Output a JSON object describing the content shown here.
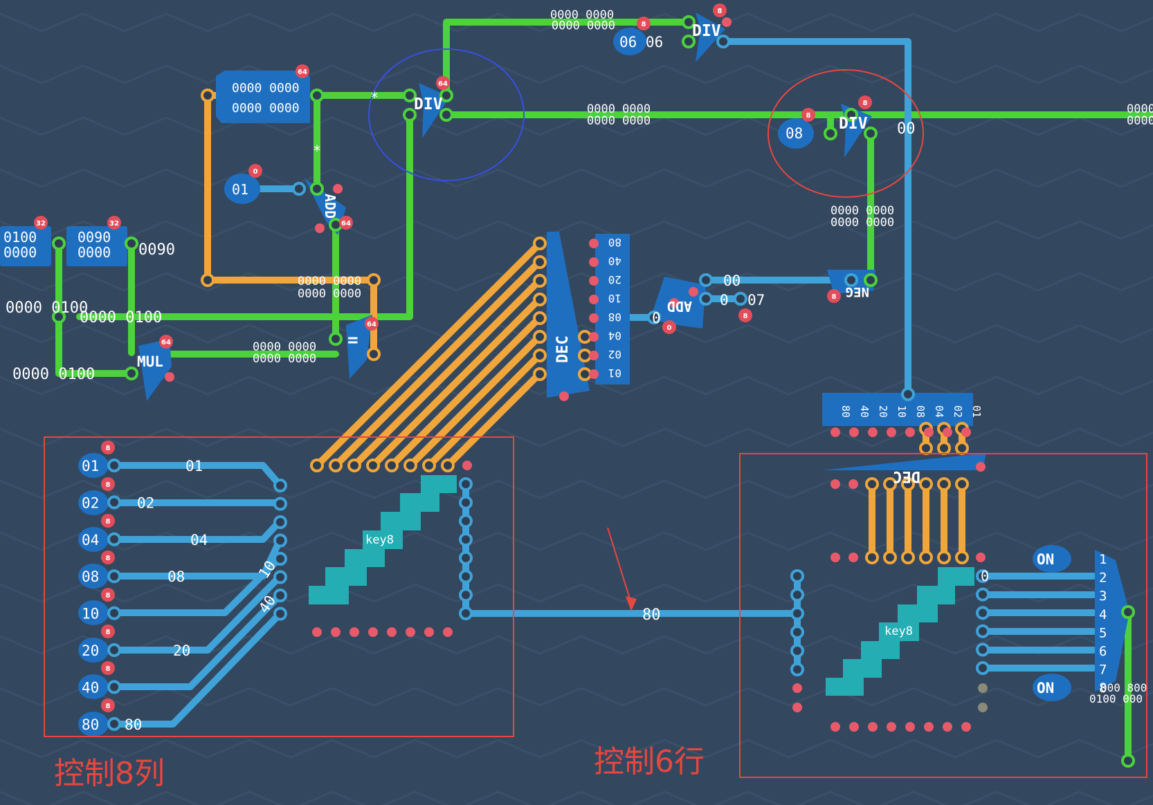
{
  "colors": {
    "background": "#33475f",
    "wire_green": "#4cd33c",
    "wire_orange": "#f0a63a",
    "wire_blue": "#3fa2d8",
    "component_blue": "#1f6fc0",
    "pin_red": "#e85a6a",
    "key_teal": "#22b8bd",
    "annotation_red": "#e8473f",
    "annotation_blue": "#3a4fe0"
  },
  "components": {
    "div_top": "DIV",
    "div_main": "DIV",
    "div_right": "DIV",
    "add_left": "ADD",
    "add_mid": "ADD",
    "mul": "MUL",
    "neg": "NEG",
    "eq": "=",
    "dec_left": "DEC",
    "dec_right": "DEC",
    "key_left": "key8",
    "key_right": "key8"
  },
  "badges": {
    "div_top": "8",
    "div_top_in": "8",
    "div_main": "64",
    "div_right": "8",
    "div_right_in": "8",
    "reg_top": "64",
    "const_01": "0",
    "add_left": "64",
    "eq": "64",
    "mul": "64",
    "const_a": "32",
    "const_b": "32",
    "neg": "8",
    "add_mid": "0",
    "add_mid_in": "8",
    "row_01": "8",
    "row_02": "8",
    "row_04": "8",
    "row_08": "8",
    "row_10": "8",
    "row_20": "8",
    "row_40": "8",
    "row_80": "8"
  },
  "labels": {
    "top_bus_1": "0000 0000",
    "top_bus_2": "0000 0000",
    "div_top_in": "06 06",
    "reg_line_1": "0000 0000",
    "reg_line_2": "0000 0000",
    "mid_bus_1": "0000 0000",
    "mid_bus_2": "0000 0000",
    "right_edge_1": "0000",
    "right_edge_2": "0000",
    "div_right_in": "08",
    "div_right_out": "00",
    "const_01": "01",
    "star_1": "*",
    "star_2": "*",
    "const_a_1": "0100",
    "const_a_2": "0000",
    "const_b_1": "0090",
    "const_b_2": "0000",
    "val_0090": "0090",
    "val_row1": "0000 0100",
    "val_row2": "0000 0100",
    "val_row3": "0000 0100",
    "orange_bus_1": "0000 0000",
    "orange_bus_2": "0000 0000",
    "mul_out_1": "0000 0000",
    "mul_out_2": "0000 0000",
    "neg_1": "0000 0000",
    "neg_2": "0000 0000",
    "neg_in": "00",
    "add_mid_in_a": "07",
    "add_mid_in_b": "0",
    "add_mid_out": "0",
    "wire_80": "80",
    "on_1": "ON",
    "on_2": "ON",
    "out_right_1": "000 800",
    "out_right_2": "0100 000"
  },
  "dec_left_pins": [
    "80",
    "40",
    "20",
    "10",
    "08",
    "04",
    "02",
    "01"
  ],
  "dec_right_pins": [
    "80",
    "40",
    "20",
    "10",
    "08",
    "04",
    "02",
    "01"
  ],
  "rows_left": [
    {
      "in": "01",
      "out": "01"
    },
    {
      "in": "02",
      "out": "02"
    },
    {
      "in": "04",
      "out": "04"
    },
    {
      "in": "08",
      "out": "08"
    },
    {
      "in": "10",
      "out": "10"
    },
    {
      "in": "20",
      "out": "20"
    },
    {
      "in": "40",
      "out": "40"
    },
    {
      "in": "80",
      "out": "80"
    }
  ],
  "mux_numbers": [
    "1",
    "2",
    "3",
    "4",
    "5",
    "6",
    "7",
    "8"
  ],
  "mux_side_zero": "0",
  "annotations": {
    "left_caption": "控制8列",
    "right_caption": "控制6行"
  }
}
